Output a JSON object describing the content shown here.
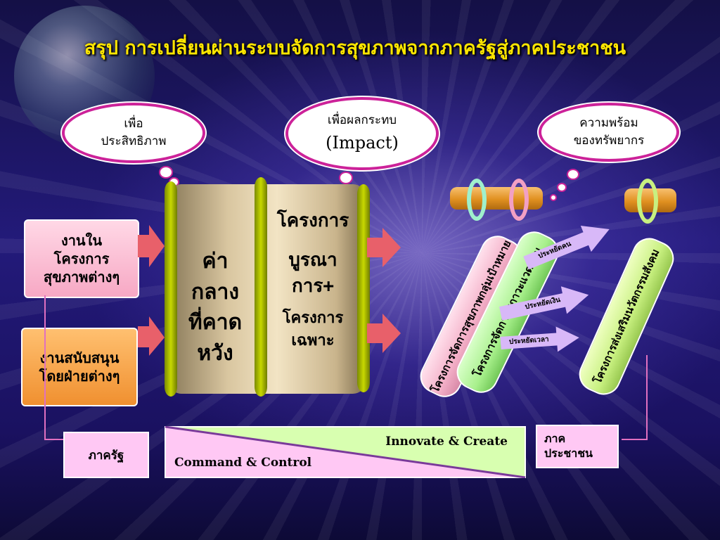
{
  "title": "สรุป การเปลี่ยนผ่านระบบจัดการสุขภาพจากภาครัฐสู่ภาคประชาชน",
  "clouds": [
    {
      "line1": "เพื่อ",
      "line2": "ประสิทธิภาพ"
    },
    {
      "line1": "เพื่อผลกระทบ",
      "line2": "(Impact)"
    },
    {
      "line1": "ความพร้อม",
      "line2": "ของทรัพยากร"
    }
  ],
  "left_boxes": [
    {
      "line1": "งานใน",
      "line2": "โครงการ",
      "line3": "สุขภาพต่างๆ"
    },
    {
      "line1": "งานสนับสนุน",
      "line2": "โดยฝ่ายต่างๆ"
    }
  ],
  "drum": {
    "left_line1": "ค่ากลาง",
    "left_line2": "ที่คาดหวัง",
    "right_line1": "โครงการ",
    "right_line2": "บูรณาการ+",
    "right_line3": "โครงการเฉพาะ"
  },
  "tubes": [
    {
      "label": "โครงการจัดการสุขภาพกลุ่มเป้าหมาย",
      "color": "#f4b0c8"
    },
    {
      "label": "โครงการจัดการสภาวะแวดล้อม",
      "color": "#a8f08c"
    },
    {
      "label": "โครงการส่งเสริมนวัตกรรมสังคม",
      "color": "#c8f080"
    }
  ],
  "savings": [
    {
      "label": "ประหยัดคน"
    },
    {
      "label": "ประหยัดเงิน"
    },
    {
      "label": "ประหยัดเวลา"
    }
  ],
  "bottom": {
    "state_sector": "ภาครัฐ",
    "innovate": "Innovate & Create",
    "command": "Command & Control",
    "public_line1": "ภาค",
    "public_line2": "ประชาชน"
  },
  "colors": {
    "title": "#ffe600",
    "cloud_outline": "#cc2299",
    "arrow": "#e8606a",
    "savings_arrow": "#d8b8f8",
    "bar_green": "#d8ffb0",
    "bar_pink": "#ffc8f4"
  }
}
